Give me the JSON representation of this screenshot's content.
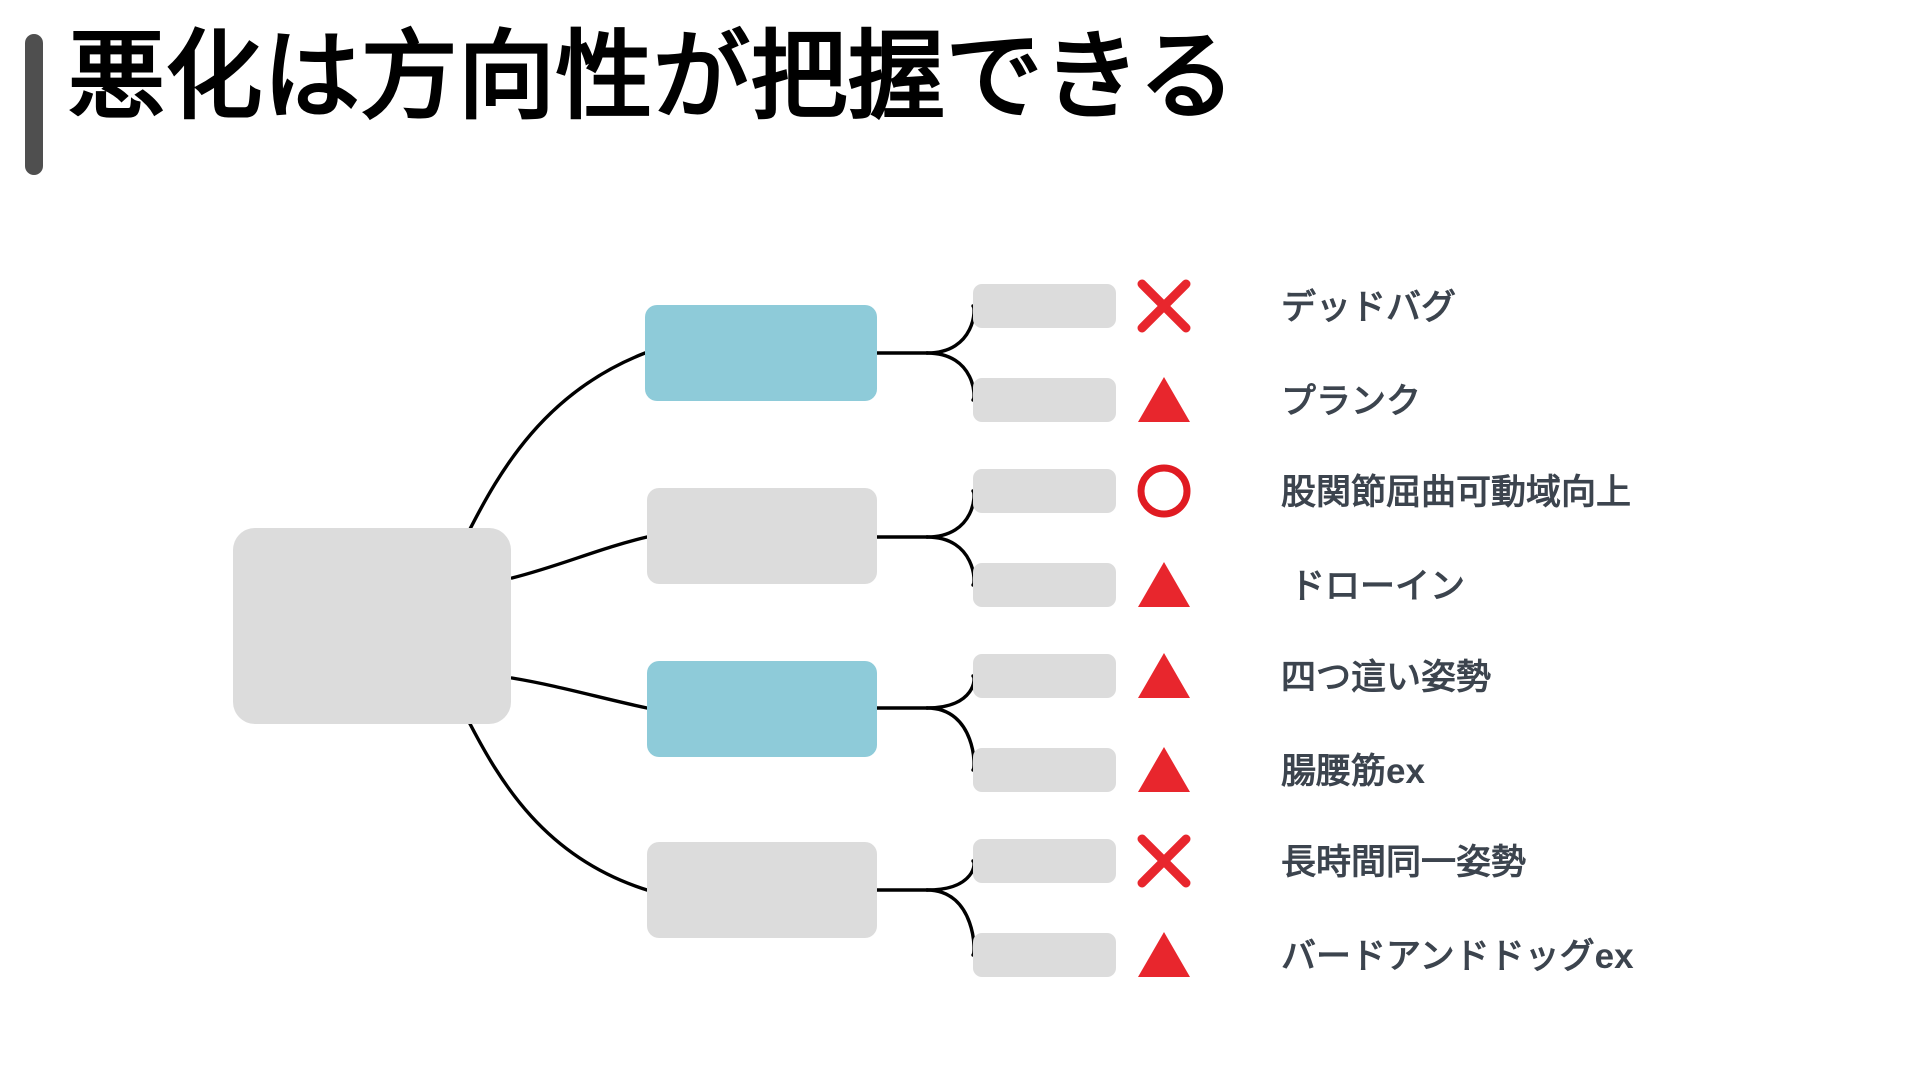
{
  "page": {
    "title": "悪化は方向性が把握できる",
    "background_color": "#ffffff",
    "accent_bar_color": "#4f4f4f",
    "title_color": "#000000"
  },
  "colors": {
    "node_gray": "#dcdcdc",
    "node_blue": "#8ecbd9",
    "mark_red": "#e8262d",
    "circle_red": "#e01b22",
    "label_text": "#3c444e",
    "edge": "#000000"
  },
  "mindmap": {
    "type": "mindmap",
    "root": {
      "label": "",
      "color": "#dcdcdc"
    },
    "branches": [
      {
        "index": 0,
        "label": "",
        "color": "#8ecbd9",
        "highlighted": true
      },
      {
        "index": 1,
        "label": "",
        "color": "#dcdcdc",
        "highlighted": false
      },
      {
        "index": 2,
        "label": "",
        "color": "#8ecbd9",
        "highlighted": true
      },
      {
        "index": 3,
        "label": "",
        "color": "#dcdcdc",
        "highlighted": false
      }
    ],
    "rows": [
      {
        "index": 0,
        "branch": 0,
        "pill_label": "",
        "mark": "cross",
        "mark_name": "cross-mark-icon",
        "label": "デッドバグ"
      },
      {
        "index": 1,
        "branch": 0,
        "pill_label": "",
        "mark": "triangle",
        "mark_name": "triangle-mark-icon",
        "label": "プランク"
      },
      {
        "index": 2,
        "branch": 1,
        "pill_label": "",
        "mark": "circle",
        "mark_name": "circle-mark-icon",
        "label": "股関節屈曲可動域向上"
      },
      {
        "index": 3,
        "branch": 1,
        "pill_label": "",
        "mark": "triangle",
        "mark_name": "triangle-mark-icon",
        "label": "ドローイン"
      },
      {
        "index": 4,
        "branch": 2,
        "pill_label": "",
        "mark": "triangle",
        "mark_name": "triangle-mark-icon",
        "label": "四つ這い姿勢"
      },
      {
        "index": 5,
        "branch": 2,
        "pill_label": "",
        "mark": "triangle",
        "mark_name": "triangle-mark-icon",
        "label": "腸腰筋ex"
      },
      {
        "index": 6,
        "branch": 3,
        "pill_label": "",
        "mark": "cross",
        "mark_name": "cross-mark-icon",
        "label": "長時間同一姿勢"
      },
      {
        "index": 7,
        "branch": 3,
        "pill_label": "",
        "mark": "triangle",
        "mark_name": "triangle-mark-icon",
        "label": "バードアンドドッグex"
      }
    ],
    "legend": {
      "circle": "○",
      "triangle": "▲",
      "cross": "×"
    }
  }
}
